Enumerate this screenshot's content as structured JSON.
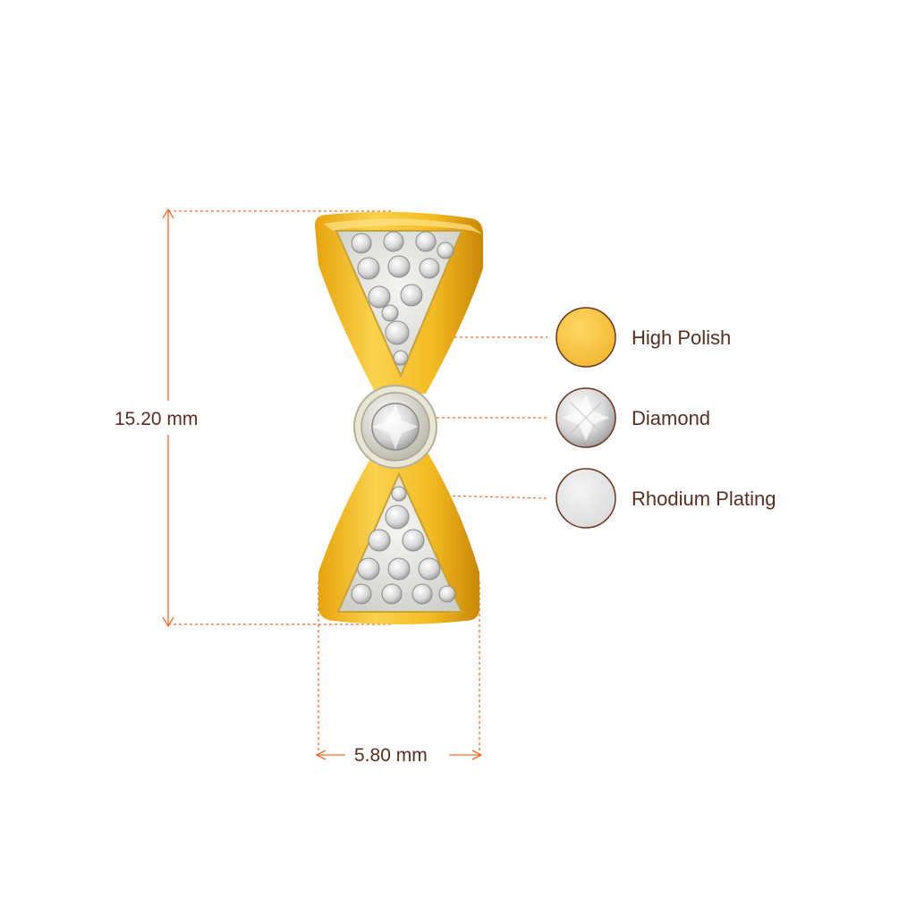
{
  "dimensions": {
    "height": "15.20 mm",
    "width": "5.80 mm"
  },
  "legend": [
    {
      "label": "High Polish",
      "swatch": "gold",
      "color": "#f6c242"
    },
    {
      "label": "Diamond",
      "swatch": "diamond-icon",
      "color": "#e8e8e8"
    },
    {
      "label": "Rhodium Plating",
      "swatch": "silver",
      "color": "#e6e6e6"
    }
  ],
  "colors": {
    "dimension_line": "#f06a2a",
    "text": "#5a2e22",
    "swatch_border": "#6b3420",
    "gold": "#f2b91d",
    "gold_dark": "#c98a06"
  }
}
